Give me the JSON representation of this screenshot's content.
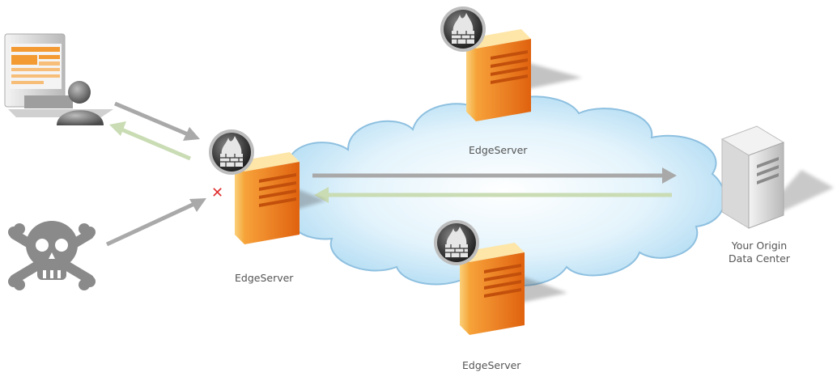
{
  "labels": {
    "edge_top": "EdgeServer",
    "edge_left": "EdgeServer",
    "edge_bottom": "EdgeServer",
    "origin_line1": "Your Origin",
    "origin_line2": "Data Center"
  },
  "blocked_mark": "✕",
  "colors": {
    "request_arrow": "#a9a9a9",
    "response_arrow": "#c9dcb4",
    "server_orange": "#f07d1a",
    "server_dark": "#d65a0c",
    "cloud_fill": "#bfe3f6",
    "cloud_stroke": "#7fb3d6",
    "blocked": "#e03030"
  },
  "icons": {
    "user": "user-at-computer-icon",
    "attacker": "skull-crossbones-icon",
    "firewall": "firewall-badge-icon",
    "origin": "origin-server-icon"
  }
}
